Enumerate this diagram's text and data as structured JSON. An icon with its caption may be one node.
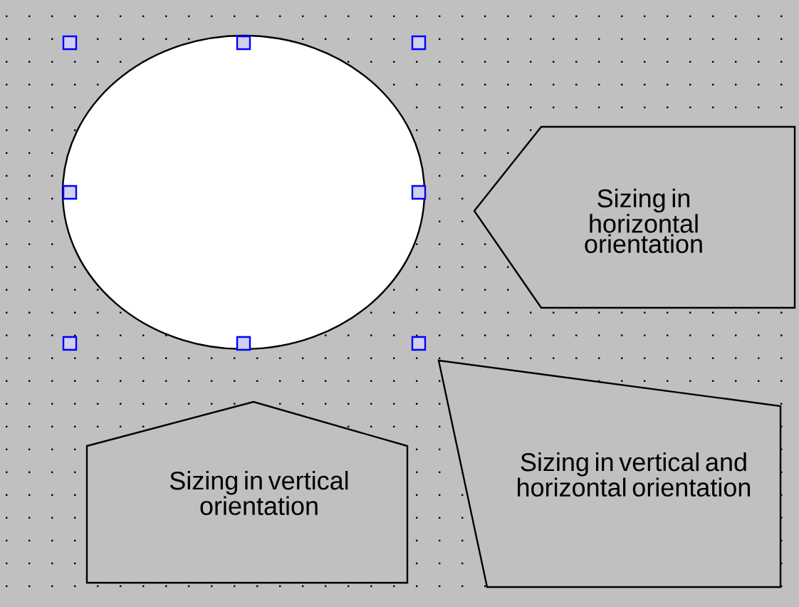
{
  "diagram": {
    "nodes": [
      {
        "text": [],
        "shape": "circle"
      },
      {
        "text": [
          "Sizing in horizontal orientation"
        ]
      },
      {
        "text": [
          "Sizing in vertical and horizontal orientation"
        ]
      },
      {
        "text": [
          "Sizing in vertical orientation"
        ]
      }
    ]
  }
}
